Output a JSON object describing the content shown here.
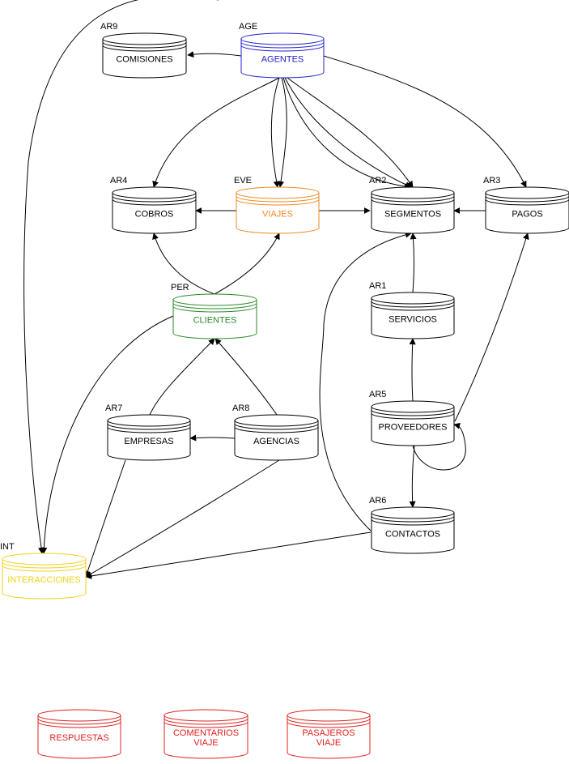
{
  "colors": {
    "black": "#000000",
    "blue": "#2323cc",
    "orange": "#f08a24",
    "green": "#2a8a2a",
    "yellow": "#f2d21a",
    "red": "#e02020"
  },
  "nodes": {
    "comisiones": {
      "tag": "AR9",
      "lines": [
        "COMISIONES"
      ],
      "color": "black"
    },
    "agentes": {
      "tag": "AGE",
      "lines": [
        "AGENTES"
      ],
      "color": "blue"
    },
    "cobros": {
      "tag": "AR4",
      "lines": [
        "COBROS"
      ],
      "color": "black"
    },
    "viajes": {
      "tag": "EVE",
      "lines": [
        "VIAJES"
      ],
      "color": "orange"
    },
    "segmentos": {
      "tag": "AR2",
      "lines": [
        "SEGMENTOS"
      ],
      "color": "black"
    },
    "pagos": {
      "tag": "AR3",
      "lines": [
        "PAGOS"
      ],
      "color": "black"
    },
    "clientes": {
      "tag": "PER",
      "lines": [
        "CLIENTES"
      ],
      "color": "green"
    },
    "servicios": {
      "tag": "AR1",
      "lines": [
        "SERVICIOS"
      ],
      "color": "black"
    },
    "empresas": {
      "tag": "AR7",
      "lines": [
        "EMPRESAS"
      ],
      "color": "black"
    },
    "agencias": {
      "tag": "AR8",
      "lines": [
        "AGENCIAS"
      ],
      "color": "black"
    },
    "proveedores": {
      "tag": "AR5",
      "lines": [
        "PROVEEDORES"
      ],
      "color": "black"
    },
    "contactos": {
      "tag": "AR6",
      "lines": [
        "CONTACTOS"
      ],
      "color": "black"
    },
    "interacciones": {
      "tag": "INT",
      "lines": [
        "INTERACCIONES"
      ],
      "color": "yellow"
    },
    "respuestas": {
      "tag": "",
      "lines": [
        "RESPUESTAS"
      ],
      "color": "red"
    },
    "comentarios_viaje": {
      "tag": "",
      "lines": [
        "COMENTARIOS",
        "VIAJE"
      ],
      "color": "red"
    },
    "pasajeros_viaje": {
      "tag": "",
      "lines": [
        "PASAJEROS",
        "VIAJE"
      ],
      "color": "red"
    }
  }
}
